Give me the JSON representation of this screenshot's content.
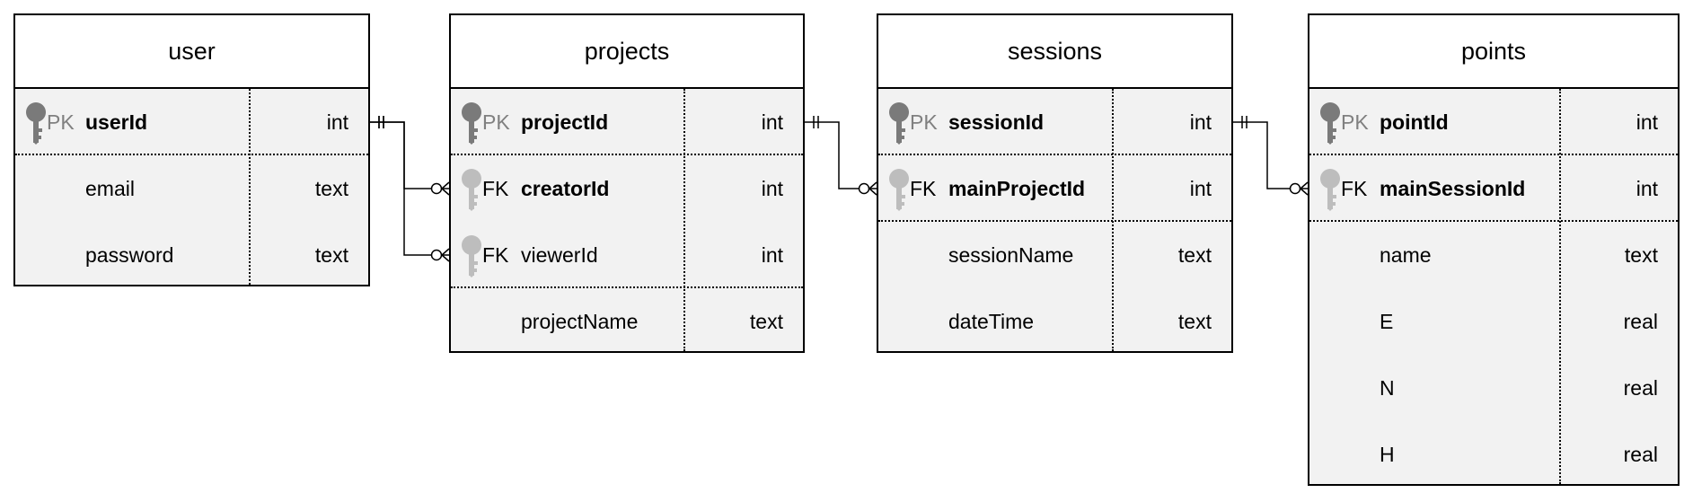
{
  "colors": {
    "line": "#000000",
    "entity_fill": "#f2f2f2",
    "header_fill": "#ffffff",
    "pk_key": "#7a7a7a",
    "fk_key": "#bdbdbd",
    "pk_label": "#808080"
  },
  "entities": [
    {
      "name": "user",
      "fields": [
        {
          "key": "PK",
          "name": "userId",
          "type": "int",
          "bold": true,
          "sep": true
        },
        {
          "key": "",
          "name": "email",
          "type": "text",
          "bold": false,
          "sep": false
        },
        {
          "key": "",
          "name": "password",
          "type": "text",
          "bold": false,
          "sep": false
        }
      ]
    },
    {
      "name": "projects",
      "fields": [
        {
          "key": "PK",
          "name": "projectId",
          "type": "int",
          "bold": true,
          "sep": true
        },
        {
          "key": "FK",
          "name": "creatorId",
          "type": "int",
          "bold": true,
          "sep": false
        },
        {
          "key": "FK",
          "name": "viewerId",
          "type": "int",
          "bold": false,
          "sep": true
        },
        {
          "key": "",
          "name": "projectName",
          "type": "text",
          "bold": false,
          "sep": false
        }
      ]
    },
    {
      "name": "sessions",
      "fields": [
        {
          "key": "PK",
          "name": "sessionId",
          "type": "int",
          "bold": true,
          "sep": true
        },
        {
          "key": "FK",
          "name": "mainProjectId",
          "type": "int",
          "bold": true,
          "sep": true
        },
        {
          "key": "",
          "name": "sessionName",
          "type": "text",
          "bold": false,
          "sep": false
        },
        {
          "key": "",
          "name": "dateTime",
          "type": "text",
          "bold": false,
          "sep": false
        }
      ]
    },
    {
      "name": "points",
      "fields": [
        {
          "key": "PK",
          "name": "pointId",
          "type": "int",
          "bold": true,
          "sep": true
        },
        {
          "key": "FK",
          "name": "mainSessionId",
          "type": "int",
          "bold": true,
          "sep": true
        },
        {
          "key": "",
          "name": "name",
          "type": "text",
          "bold": false,
          "sep": false
        },
        {
          "key": "",
          "name": "E",
          "type": "real",
          "bold": false,
          "sep": false
        },
        {
          "key": "",
          "name": "N",
          "type": "real",
          "bold": false,
          "sep": false
        },
        {
          "key": "",
          "name": "H",
          "type": "real",
          "bold": false,
          "sep": false
        }
      ]
    }
  ],
  "relationships": [
    {
      "from_entity": 0,
      "from_field": 0,
      "to_entity": 1,
      "to_field": 1,
      "cardinality": "one-to-zero-or-many"
    },
    {
      "from_entity": 0,
      "from_field": 0,
      "to_entity": 1,
      "to_field": 2,
      "cardinality": "one-to-zero-or-many"
    },
    {
      "from_entity": 1,
      "from_field": 0,
      "to_entity": 2,
      "to_field": 1,
      "cardinality": "one-to-zero-or-many"
    },
    {
      "from_entity": 2,
      "from_field": 0,
      "to_entity": 3,
      "to_field": 1,
      "cardinality": "one-to-zero-or-many"
    }
  ]
}
